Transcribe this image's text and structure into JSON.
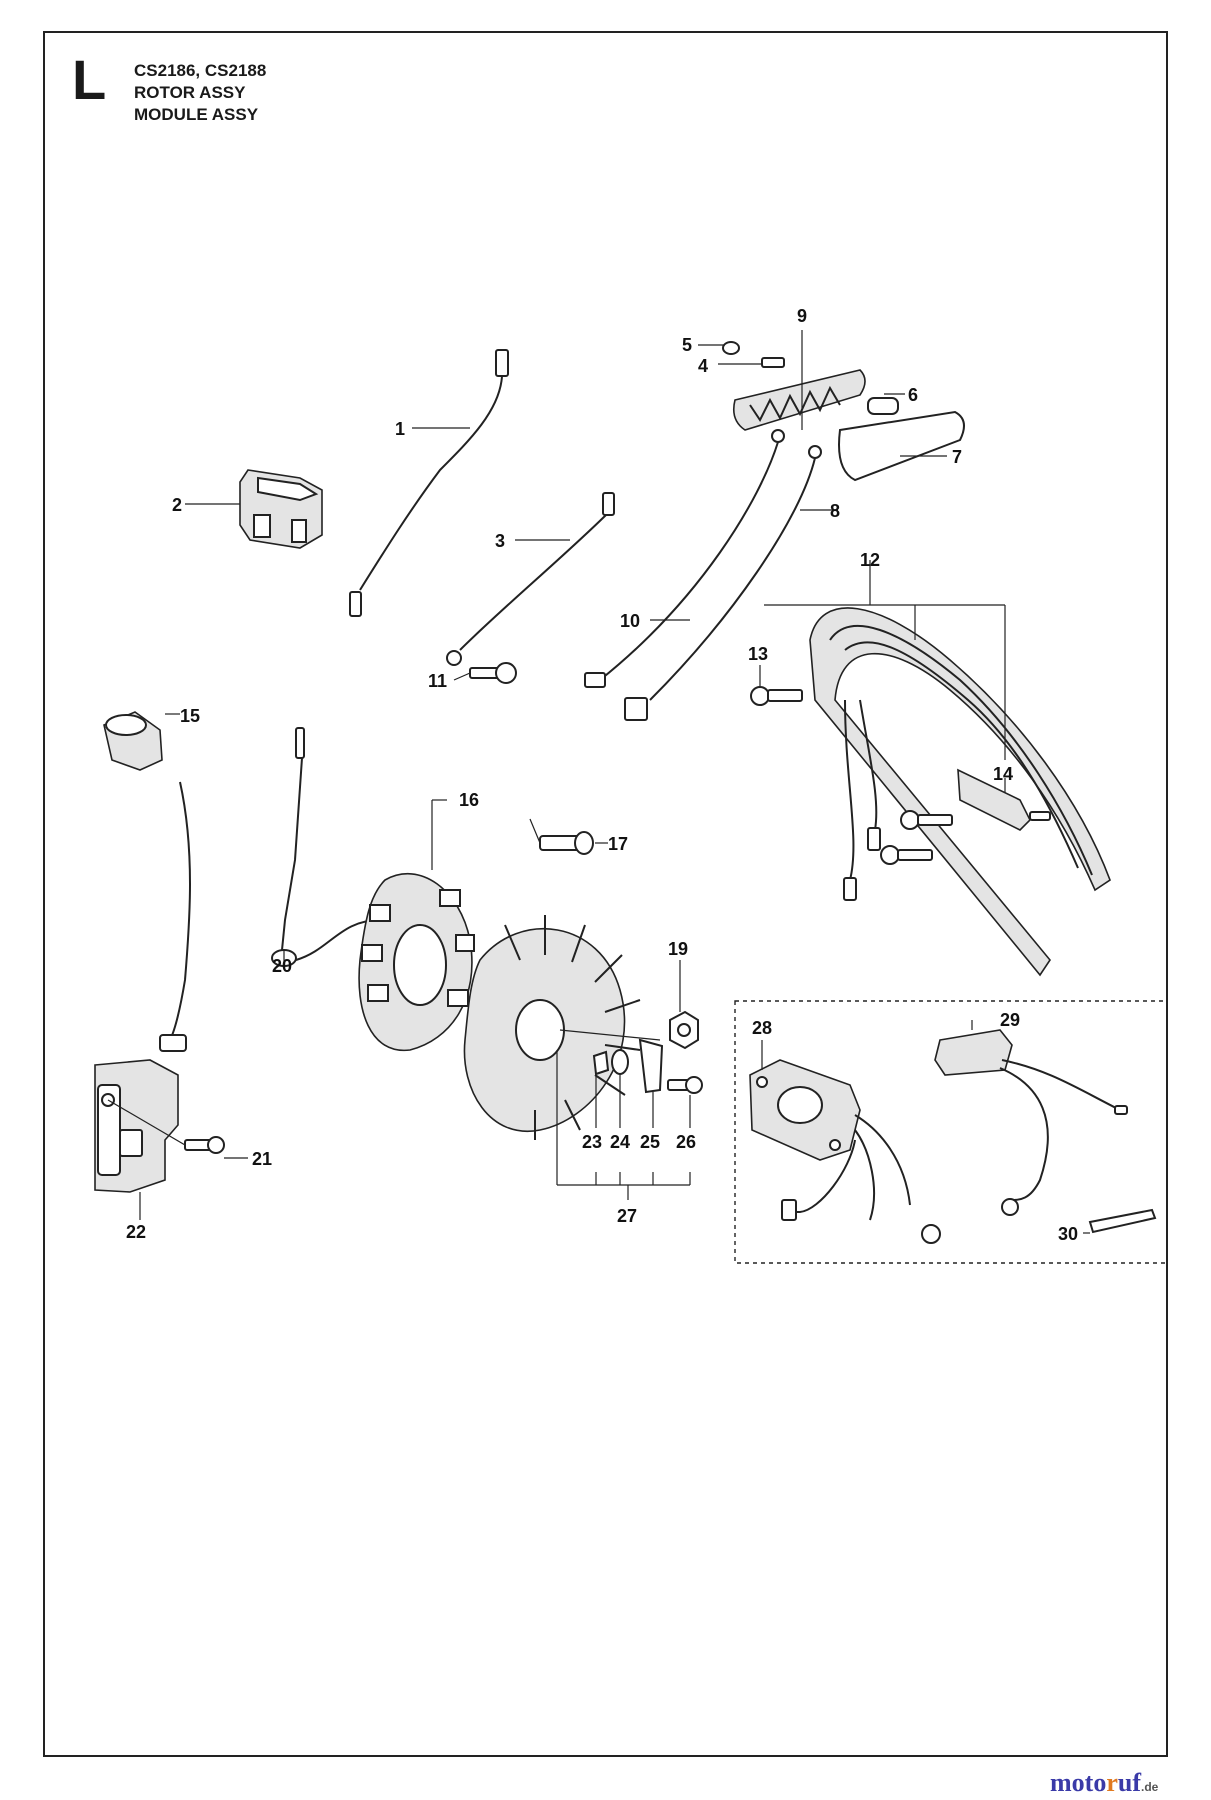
{
  "header": {
    "section_letter": "L",
    "models": "CS2186, CS2188",
    "line1": "ROTOR ASSY",
    "line2": "MODULE ASSY"
  },
  "callouts": [
    "1",
    "2",
    "3",
    "4",
    "5",
    "6",
    "7",
    "8",
    "9",
    "10",
    "11",
    "12",
    "13",
    "14",
    "15",
    "16",
    "17",
    "19",
    "20",
    "21",
    "22",
    "23",
    "24",
    "25",
    "26",
    "27",
    "28",
    "29",
    "30"
  ],
  "watermark": {
    "brand_pre": "moto",
    "brand_f": "r",
    "brand_post": "uf",
    "tld": ".de"
  },
  "colors": {
    "line": "#222222",
    "watermark_blue": "#3a3aa8",
    "watermark_orange": "#e07a20"
  }
}
